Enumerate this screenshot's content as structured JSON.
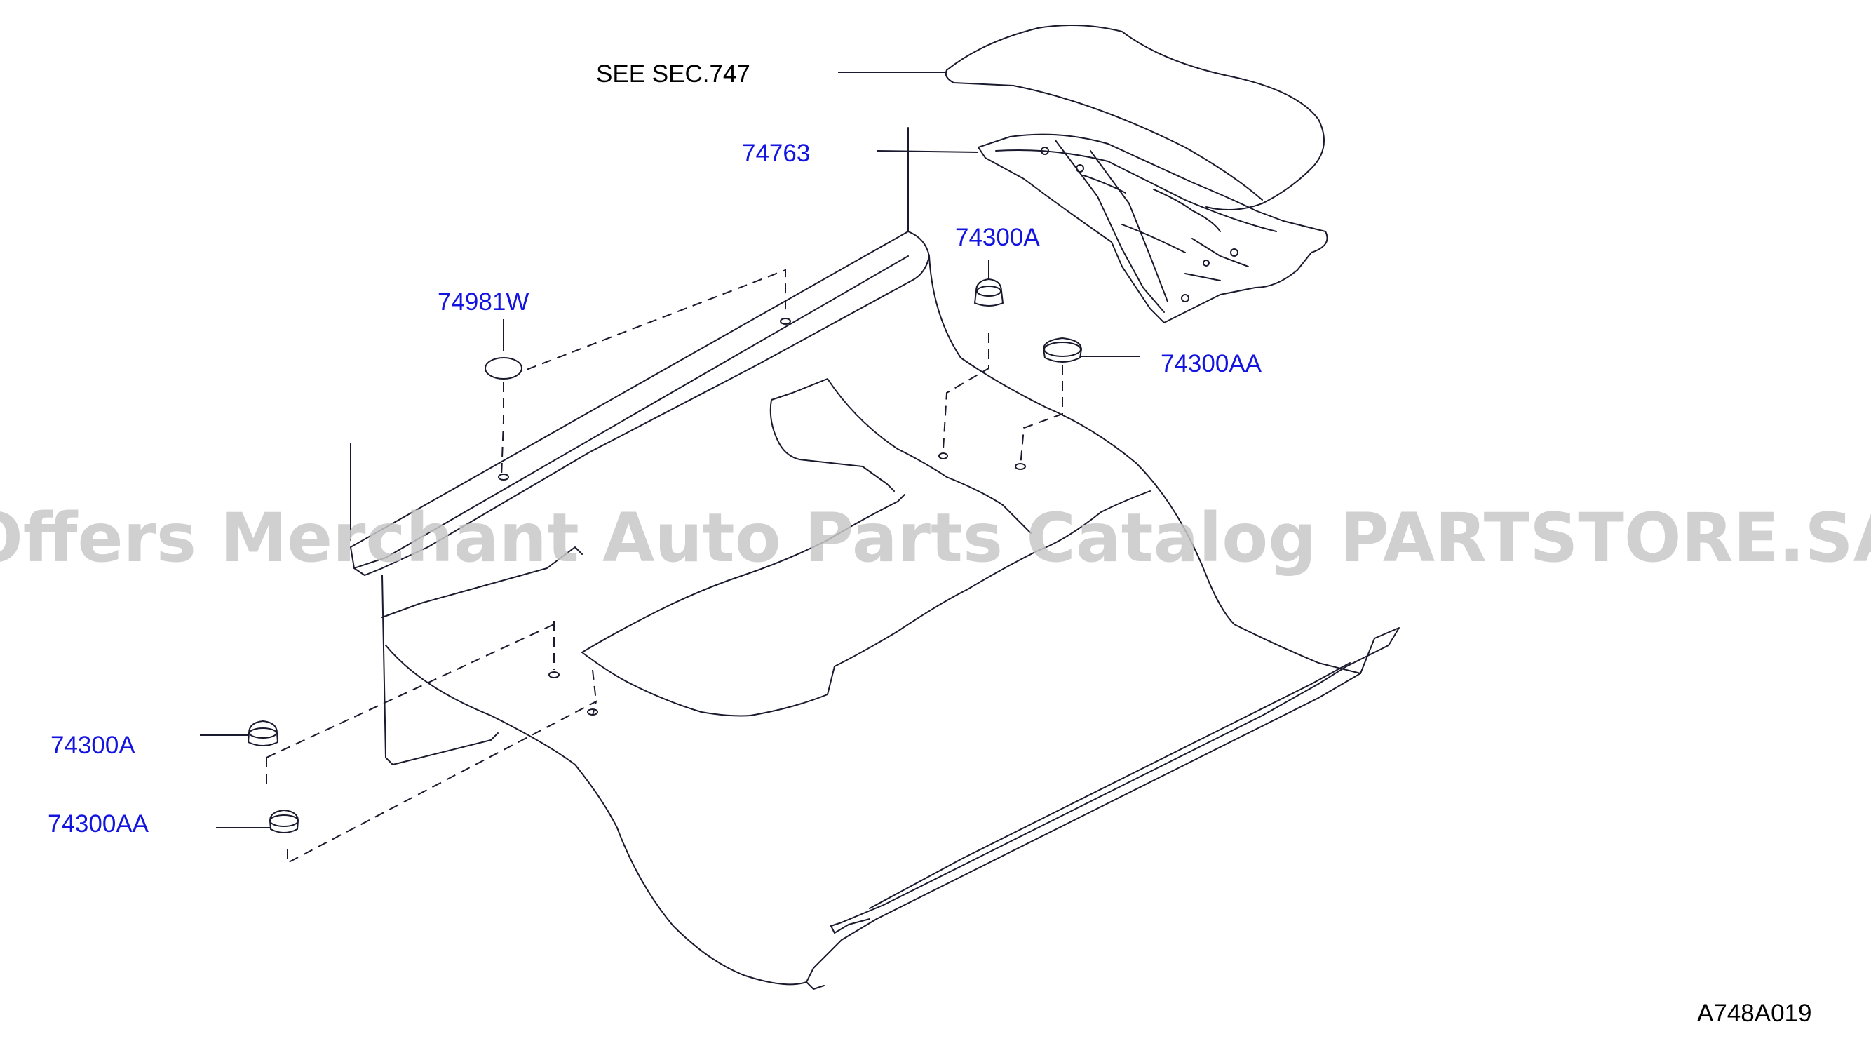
{
  "diagram": {
    "reference_label": "SEE   SEC.747",
    "diagram_code": "A748A019",
    "watermark": "Offers Merchant Auto Parts Catalog PARTSTORE.SA",
    "part_labels": {
      "p74763": "74763",
      "p74300A_top": "74300A",
      "p74981W": "74981W",
      "p74300AA_right": "74300AA",
      "p74300A_left": "74300A",
      "p74300AA_left": "74300AA"
    }
  },
  "colors": {
    "part_label": "#1414e0",
    "line": "#1a1a2e",
    "watermark": "#c8c8c8"
  }
}
